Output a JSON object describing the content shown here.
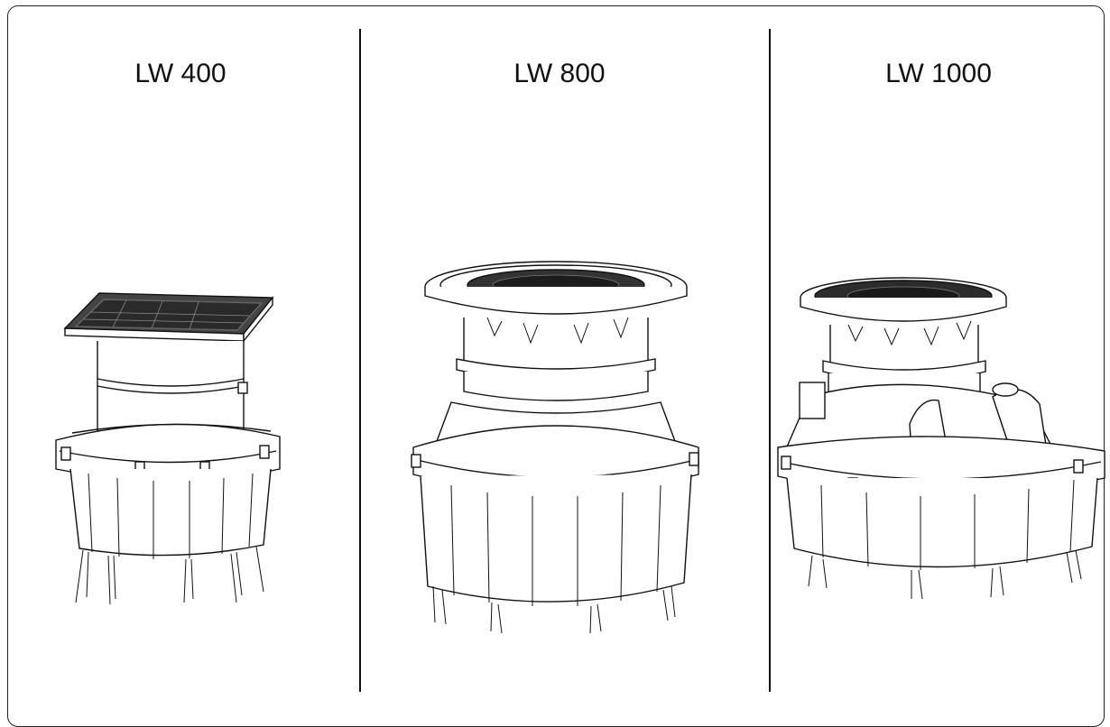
{
  "panels": [
    {
      "label": "LW 400",
      "drawing": "square-grate-shaft-icon"
    },
    {
      "label": "LW 800",
      "drawing": "round-grate-shaft-icon"
    },
    {
      "label": "LW 1000",
      "drawing": "round-grate-domed-shaft-icon"
    }
  ]
}
